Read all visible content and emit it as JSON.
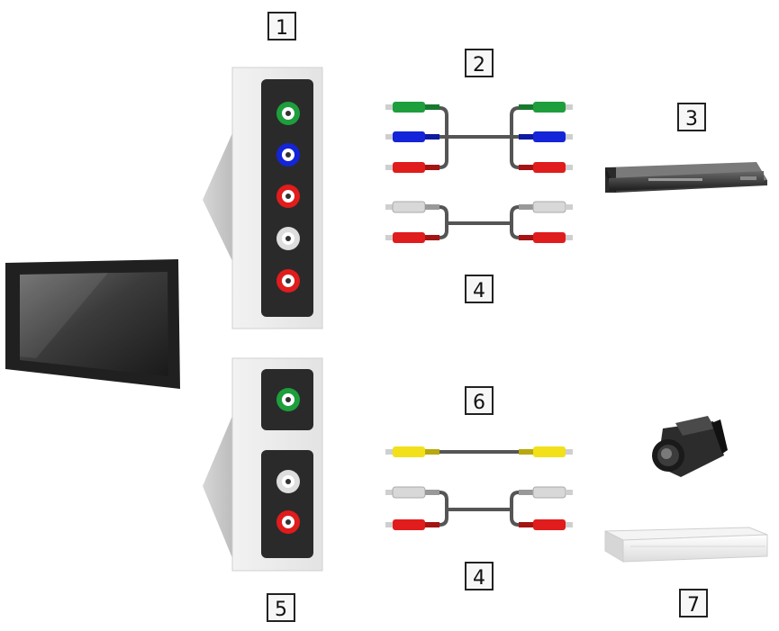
{
  "labels": {
    "component_terminals": "1",
    "component_cable": "2",
    "source_device": "3",
    "audio_cable_top": "4",
    "composite_terminals": "5",
    "video_cable": "6",
    "audio_cable_bottom": "4",
    "av_devices": "7"
  },
  "colors": {
    "green_plug": "#1e9e3c",
    "blue_plug": "#1424d8",
    "red_plug": "#e01c1c",
    "white_plug": "#d8d8d8",
    "yellow_plug": "#f2e01a",
    "panel_bg": "#e9e9e9",
    "terminal_strip": "#2a2a2a"
  },
  "icons": {
    "tv": "flat-panel-tv-icon",
    "player": "dvd-player-icon",
    "camcorder": "camcorder-icon",
    "recorder": "set-top-box-icon"
  }
}
